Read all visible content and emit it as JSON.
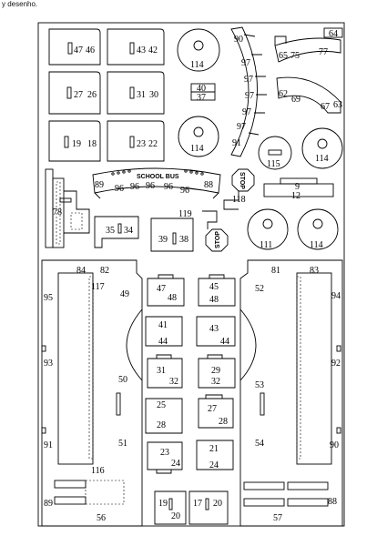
{
  "caption": "y desenho.",
  "sign": {
    "stop": "STOP"
  },
  "bus_label": "SCHOOL BUS",
  "labels": {
    "n47a": "47",
    "n46a": "46",
    "n43a": "43",
    "n42a": "42",
    "n27a": "27",
    "n26a": "26",
    "n31a": "31",
    "n30a": "30",
    "n19a": "19",
    "n18a": "18",
    "n23a": "23",
    "n22a": "22",
    "n114a": "114",
    "n114b": "114",
    "n114c": "114",
    "n114d": "114",
    "n40": "40",
    "n37": "37",
    "n90a": "90",
    "n97a": "97",
    "n97b": "97",
    "n97c": "97",
    "n97d": "97",
    "n97e": "97",
    "n91a": "91",
    "n64": "64",
    "n65": "65",
    "n75": "75",
    "n77": "77",
    "n62": "62",
    "n69": "69",
    "n67": "67",
    "n63": "63",
    "n115": "115",
    "n89a": "89",
    "n96a": "96",
    "n96b": "96",
    "n96c": "96",
    "n96d": "96",
    "n96e": "96",
    "n88a": "88",
    "n118": "118",
    "n119": "119",
    "n9": "9",
    "n12": "12",
    "n78": "78",
    "n35": "35",
    "n34": "34",
    "n39": "39",
    "n38": "38",
    "n111": "111",
    "n84": "84",
    "n82": "82",
    "n95": "95",
    "n117": "117",
    "n49": "49",
    "n93": "93",
    "n50": "50",
    "n91b": "91",
    "n51": "51",
    "n116": "116",
    "n89b": "89",
    "n56": "56",
    "n47b": "47",
    "n48a": "48",
    "n45": "45",
    "n48b": "48",
    "n41": "41",
    "n44a": "44",
    "n43b": "43",
    "n44b": "44",
    "n31b": "31",
    "n32a": "32",
    "n29": "29",
    "n32b": "32",
    "n25": "25",
    "n28a": "28",
    "n27b": "27",
    "n28b": "28",
    "n23b": "23",
    "n24a": "24",
    "n21": "21",
    "n24b": "24",
    "n19b": "19",
    "n20a": "20",
    "n17": "17",
    "n20b": "20",
    "n52": "52",
    "n81": "81",
    "n83": "83",
    "n94": "94",
    "n53": "53",
    "n92": "92",
    "n54": "54",
    "n90b": "90",
    "n88b": "88",
    "n57": "57"
  }
}
